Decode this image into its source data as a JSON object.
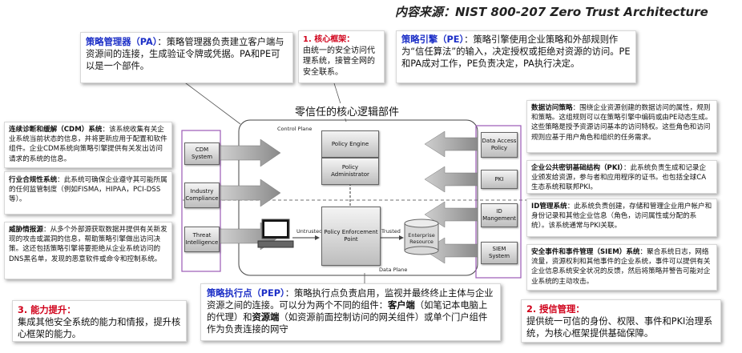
{
  "source_line": "内容来源：NIST 800-207 Zero Trust Architecture",
  "diagram_title": "零信任的核心逻辑部件",
  "plane_labels": {
    "control": "Control Plane",
    "data": "Data Plane"
  },
  "flow_labels": {
    "untrusted": "Untrusted",
    "trusted": "Trusted"
  },
  "components": {
    "policy_engine": "Policy Engine",
    "policy_administrator": "Policy Administrator",
    "pep": "Policy Enforcement Point",
    "enterprise_resource": "Enterprise Resource",
    "cdm": "CDM System",
    "industry": "Industry Compliance",
    "threat": "Threat Intelligence",
    "data_access": "Data Access Policy",
    "pki": "PKI",
    "id_mgmt": "ID Mangement",
    "siem": "SIEM System"
  },
  "callouts": {
    "pa": {
      "term": "策略管理器（PA）",
      "body": "：策略管理器负责建立客户端与资源间的连接，生成验证令牌或凭据。PA和PE可以是一个部件。"
    },
    "core": {
      "term": "1. 核心框架",
      "body": "由统一的安全访问代理系统，接管全网的安全联系。",
      "colon": "："
    },
    "pe": {
      "term": "策略引擎（PE）",
      "body": "：策略引擎使用企业策略和外部规则作为“信任算法”的输入，决定授权或拒绝对资源的访问。PE和PA成对工作，PE负责决定，PA执行决定。"
    },
    "pep": {
      "term": "策略执行点（PEP）",
      "body1": "：策略执行点负责启用，监视并最终终止主体与企业资源之间的连接。可以分为两个不同的组件：",
      "client": "客户端",
      "body2": "（如笔记本电脑上的代理）和",
      "resource": "资源端",
      "body3": "（如资源前面控制访问的网关组件）或单个门户组件作为负责连接的网守"
    },
    "cap": {
      "term": "3. 能力提升",
      "colon": "：",
      "body": "集成其他安全系统的能力和情报，提升核心框架的能力。"
    },
    "trust": {
      "term": "2. 授信管理",
      "colon": "：",
      "body": "提供统一可信的身份、权限、事件和PKI治理系统，为核心框架提供基础保障。"
    },
    "cdm": {
      "term": "连续诊断和缓解（CDM）系统",
      "body": "：该系统收集有关企业系统当前状态的信息，并将更新应用于配置和软件组件。企业CDM系统向策略引擎提供有关发出访问请求的系统的信息。"
    },
    "industry": {
      "term": "行业合规性系统",
      "body": "：此系统可确保企业遵守其可能所属的任何监管制度（例如FISMA，HIPAA，PCI-DSS等）。"
    },
    "threat": {
      "term": "威胁情报源",
      "body": "：从多个外部源获取数据并提供有关新发现的攻击或漏洞的信息，帮助策略引擎做出访问决策。这还包括策略引擎将要拒绝从企业系统访问的DNS黑名单，发现的恶意软件或命令和控制系统。"
    },
    "dap": {
      "term": "数据访问策略",
      "body": "：围绕企业资源创建的数据访问的属性，规则和策略。这组规则可以在策略引擎中编码或由PE动态生成。这些策略是授予资源访问基本的访问特权。这些角色和访问规则应基于用户角色和组织的任务需求。"
    },
    "pki": {
      "term": "企业公共密钥基础结构（PKI）",
      "body": "：此系统负责生成和记录企业颁发给资源，参与者和应用程序的证书。也包括全球CA生态系统和联邦PKI。"
    },
    "idm": {
      "term": "ID管理系统",
      "body": "：此系统负责创建，存储和管理企业用户帐户和身份记录和其他企业信息（角色，访问属性或分配的系统）。该系统通常与PKI关联。"
    },
    "siem": {
      "term": "安全事件和事件管理（SIEM）系统",
      "body": "：聚合系统日志，网络流量，资源权利和其他事件的企业系统，事件可以提供有关企业信息系统安全状况的反馈，然后将策略并警告可能对企业系统的主动攻击。"
    }
  },
  "colors": {
    "accent_blue": "#1c2fc7",
    "accent_red": "#d0021b",
    "highlight_purple": "#9b59b6"
  }
}
